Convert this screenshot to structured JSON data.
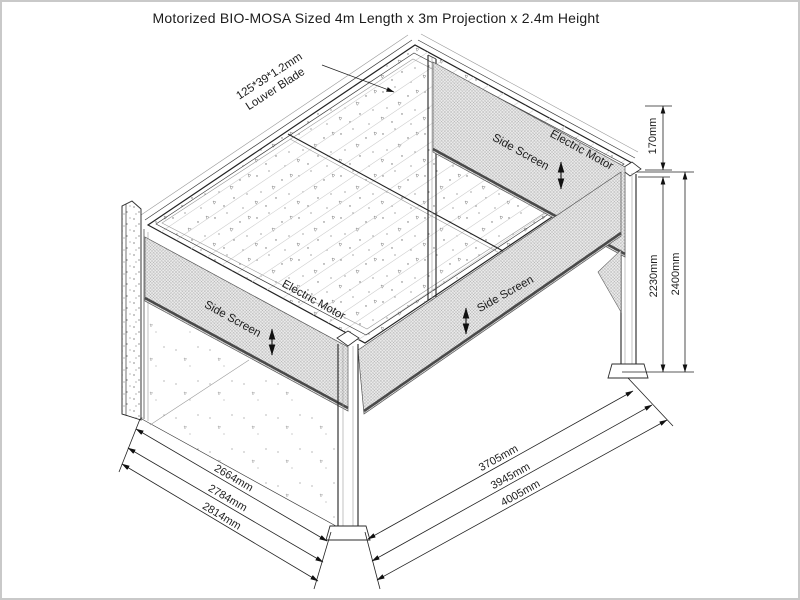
{
  "title": "Motorized BIO-MOSA Sized 4m Length x 3m Projection x 2.4m Height",
  "labels": {
    "louver_line1": "125*39*1.2mm",
    "louver_line2": "Louver Blade",
    "electric_motor_front": "Electric Motor",
    "electric_motor_rear": "Electric Motor",
    "side_screen_front_left": "Side Screen",
    "side_screen_front_right": "Side Screen",
    "side_screen_rear_right": "Side Screen"
  },
  "dimensions": {
    "beam_height": "170mm",
    "clear_height": "2230mm",
    "total_height": "2400mm",
    "projection_inner": "2664mm",
    "projection_mid": "2784mm",
    "projection_outer": "2814mm",
    "length_inner": "3705mm",
    "length_mid": "3945mm",
    "length_outer": "4005mm"
  },
  "colors": {
    "line": "#242424",
    "dim_line": "#222222",
    "screen_mesh": "#ebebeb",
    "mesh_thread": "#a8a8a8",
    "stipple": "#6f6f6f",
    "background": "#ffffff",
    "border": "#c9c9c9"
  }
}
